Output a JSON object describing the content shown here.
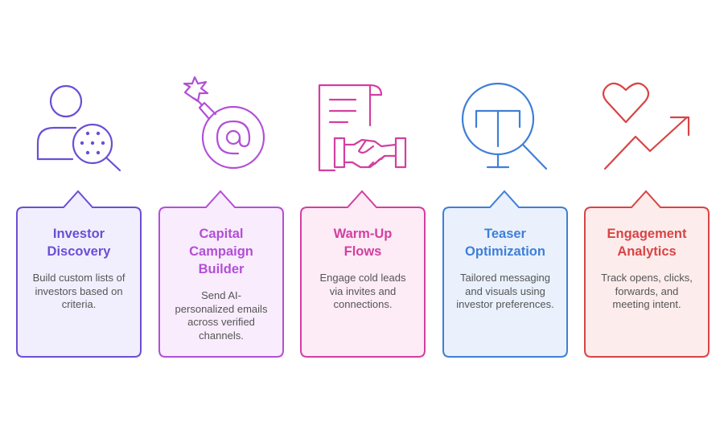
{
  "steps": [
    {
      "title_lines": [
        "Investor",
        "Discovery"
      ],
      "desc_lines": [
        "Build custom lists of",
        "investors based on",
        "criteria."
      ],
      "icon": "user-search-icon",
      "color": "#6a4fd4",
      "fill": "#f1effd"
    },
    {
      "title_lines": [
        "Capital",
        "Campaign",
        "Builder"
      ],
      "desc_lines": [
        "Send AI-",
        "personalized emails",
        "across verified",
        "channels."
      ],
      "icon": "email-bomb-icon",
      "color": "#b24fd6",
      "fill": "#f9ecfc"
    },
    {
      "title_lines": [
        "Warm-Up",
        "Flows"
      ],
      "desc_lines": [
        "Engage cold leads",
        "via invites and",
        "connections."
      ],
      "icon": "contract-handshake-icon",
      "color": "#d33fa0",
      "fill": "#fdebf6"
    },
    {
      "title_lines": [
        "Teaser",
        "Optimization"
      ],
      "desc_lines": [
        "Tailored messaging",
        "and visuals using",
        "investor preferences."
      ],
      "icon": "text-magnifier-icon",
      "color": "#3f7fd6",
      "fill": "#eaf1fd"
    },
    {
      "title_lines": [
        "Engagement",
        "Analytics"
      ],
      "desc_lines": [
        "Track opens, clicks,",
        "forwards, and",
        "meeting intent."
      ],
      "icon": "heart-trend-icon",
      "color": "#d84444",
      "fill": "#fdecec"
    }
  ]
}
